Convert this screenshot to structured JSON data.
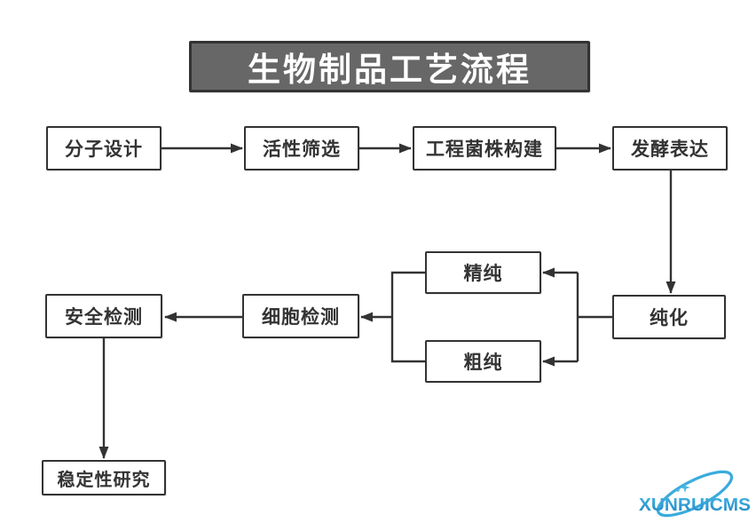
{
  "title": {
    "text": "生物制品工艺流程"
  },
  "nodes": [
    {
      "id": "molecular-design",
      "label": "分子设计"
    },
    {
      "id": "activity-screening",
      "label": "活性筛选"
    },
    {
      "id": "strain-construction",
      "label": "工程菌株构建"
    },
    {
      "id": "fermentation-expression",
      "label": "发酵表达"
    },
    {
      "id": "purification",
      "label": "纯化"
    },
    {
      "id": "fine-purification",
      "label": "精纯"
    },
    {
      "id": "crude-purification",
      "label": "粗纯"
    },
    {
      "id": "cell-testing",
      "label": "细胞检测"
    },
    {
      "id": "safety-testing",
      "label": "安全检测"
    },
    {
      "id": "stability-research",
      "label": "稳定性研究"
    }
  ],
  "edges": [
    {
      "from": "分子设计",
      "to": "活性筛选"
    },
    {
      "from": "活性筛选",
      "to": "工程菌株构建"
    },
    {
      "from": "工程菌株构建",
      "to": "发酵表达"
    },
    {
      "from": "发酵表达",
      "to": "纯化"
    },
    {
      "from": "纯化",
      "to": "精纯"
    },
    {
      "from": "纯化",
      "to": "粗纯"
    },
    {
      "from": "精纯",
      "to": "细胞检测"
    },
    {
      "from": "粗纯",
      "to": "细胞检测"
    },
    {
      "from": "细胞检测",
      "to": "安全检测"
    },
    {
      "from": "安全检测",
      "to": "稳定性研究"
    }
  ],
  "colors": {
    "background": "#ffffff",
    "box_fill": "#ffffff",
    "box_border": "#333333",
    "box_text": "#333333",
    "title_fill": "#676767",
    "title_border": "#333333",
    "title_text": "#ffffff",
    "connector": "#333333",
    "watermark_blue_light": "#45b3e2",
    "watermark_blue_dark": "#1e86c3"
  },
  "watermark": {
    "text": "XUNRUICMS"
  }
}
